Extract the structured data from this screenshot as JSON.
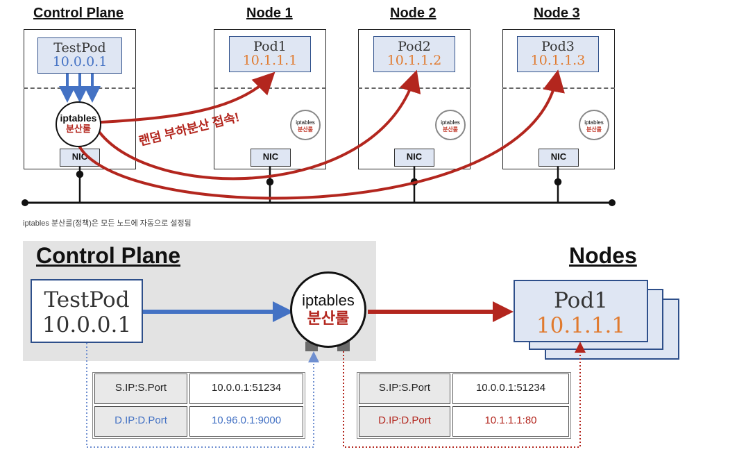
{
  "top": {
    "control_plane_title": "Control Plane",
    "nodes": [
      {
        "title": "Node 1",
        "pod": "Pod1",
        "ip": "10.1.1.1",
        "nic": "NIC"
      },
      {
        "title": "Node 2",
        "pod": "Pod2",
        "ip": "10.1.1.2",
        "nic": "NIC"
      },
      {
        "title": "Node 3",
        "pod": "Pod3",
        "ip": "10.1.1.3",
        "nic": "NIC"
      }
    ],
    "testpod_name": "TestPod",
    "testpod_ip": "10.0.0.1",
    "iptables_label": "iptables",
    "rule_label": "분산룰",
    "cp_nic": "NIC",
    "random_lb_label": "랜덤 부하분산 접속!"
  },
  "caption": "iptables 분산룰(정책)은 모든 노드에 자동으로 설정됨",
  "bottom": {
    "control_plane_title": "Control Plane",
    "nodes_title": "Nodes",
    "testpod_name": "TestPod",
    "testpod_ip": "10.0.0.1",
    "iptables_label": "iptables",
    "rule_label": "분산룰",
    "pod_name": "Pod1",
    "pod_ip": "10.1.1.1",
    "left_table": {
      "rows": [
        {
          "key": "S.IP:S.Port",
          "value": "10.0.0.1:51234"
        },
        {
          "key": "D.IP:D.Port",
          "value": "10.96.0.1:9000"
        }
      ]
    },
    "right_table": {
      "rows": [
        {
          "key": "S.IP:S.Port",
          "value": "10.0.0.1:51234"
        },
        {
          "key": "D.IP:D.Port",
          "value": "10.1.1.1:80"
        }
      ]
    }
  },
  "colors": {
    "blue": "#4472c4",
    "red": "#b3261e",
    "orange": "#e07a2e",
    "pod_fill": "#dfe6f3"
  }
}
